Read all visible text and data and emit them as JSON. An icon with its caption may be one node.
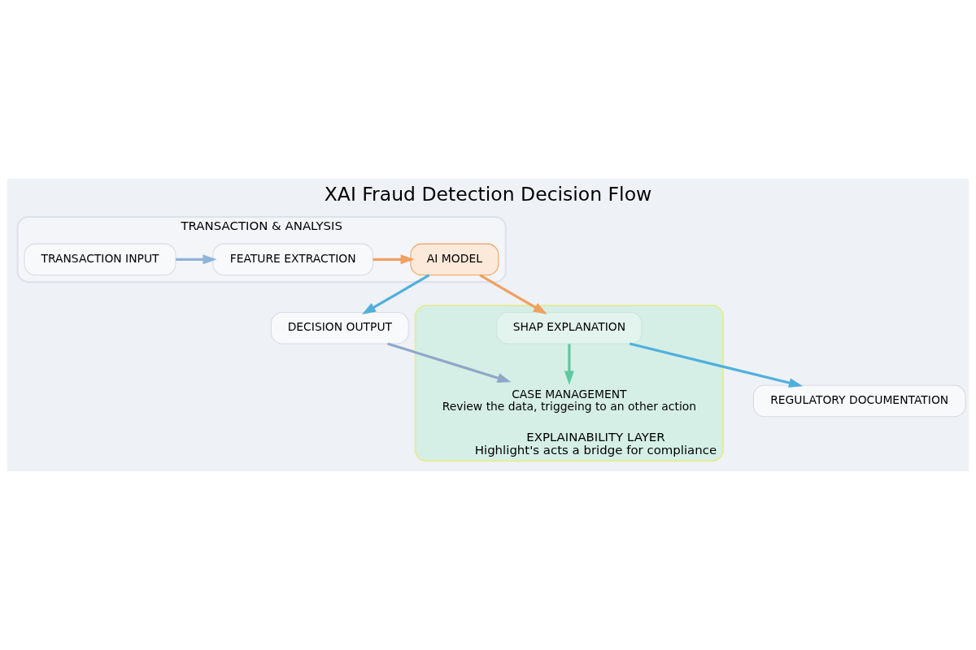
{
  "diagram": {
    "title": "XAI Fraud Detection Decision Flow",
    "nodes": [
      {
        "text": [
          "TRANSACTION & ANALYSIS"
        ]
      },
      {
        "text": [
          "TRANSACTION INPUT"
        ],
        "in": 0
      },
      {
        "text": [
          "FEATURE EXTRACTION"
        ],
        "in": 0
      },
      {
        "text": [
          "AI MODEL"
        ],
        "in": 0
      },
      {
        "text": [
          "DECISION OUTPUT"
        ]
      },
      {
        "text": [
          "EXPLAINABILITY LAYER",
          "Highlight's acts a bridge for compliance"
        ]
      },
      {
        "text": [
          "SHAP EXPLANATION"
        ],
        "in": 5
      },
      {
        "text": [
          "CASE MANAGEMENT",
          "Review the data, triggeing to an other action"
        ],
        "in": 5
      },
      {
        "text": [
          "REGULATORY DOCUMENTATION"
        ]
      }
    ],
    "edges": [
      {
        "from": 1,
        "to": 2,
        "arrow": "to",
        "color": "#8fb3d9"
      },
      {
        "from": 2,
        "to": 3,
        "arrow": "to",
        "color": "#f0a060"
      },
      {
        "from": 3,
        "to": 4,
        "arrow": "to",
        "color": "#4fb0dc"
      },
      {
        "from": 3,
        "to": 6,
        "arrow": "to",
        "color": "#f0a060"
      },
      {
        "from": 4,
        "to": 7,
        "arrow": "to",
        "color": "#8fa8c8"
      },
      {
        "from": 6,
        "to": 7,
        "arrow": "to",
        "color": "#5fc8a0"
      },
      {
        "from": 6,
        "to": 8,
        "arrow": "to",
        "color": "#4fb0dc"
      }
    ]
  }
}
